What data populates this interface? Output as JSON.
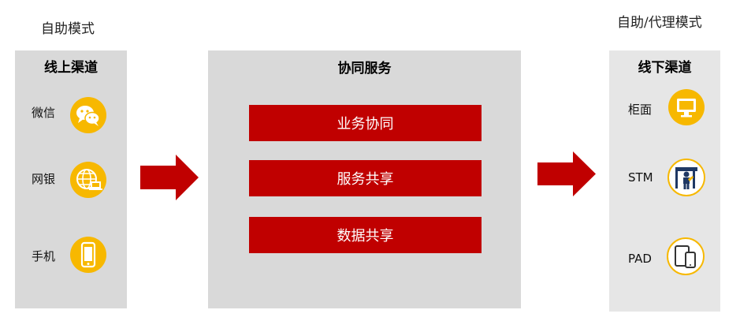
{
  "modes": {
    "left": "自助模式",
    "right": "自助/代理模式"
  },
  "online": {
    "title": "线上渠道",
    "items": [
      {
        "label": "微信",
        "icon": "wechat-icon"
      },
      {
        "label": "网银",
        "icon": "online-banking-icon"
      },
      {
        "label": "手机",
        "icon": "mobile-phone-icon"
      }
    ]
  },
  "collab": {
    "title": "协同服务",
    "services": [
      "业务协同",
      "服务共享",
      "数据共享"
    ]
  },
  "offline": {
    "title": "线下渠道",
    "items": [
      {
        "label": "柜面",
        "icon": "counter-monitor-icon"
      },
      {
        "label": "STM",
        "icon": "stm-teller-icon"
      },
      {
        "label": "PAD",
        "icon": "pad-tablet-icon"
      }
    ]
  },
  "colors": {
    "accent": "#c00000",
    "icon_bg": "#f7b800",
    "panel_bg": "#d9d9d9"
  }
}
